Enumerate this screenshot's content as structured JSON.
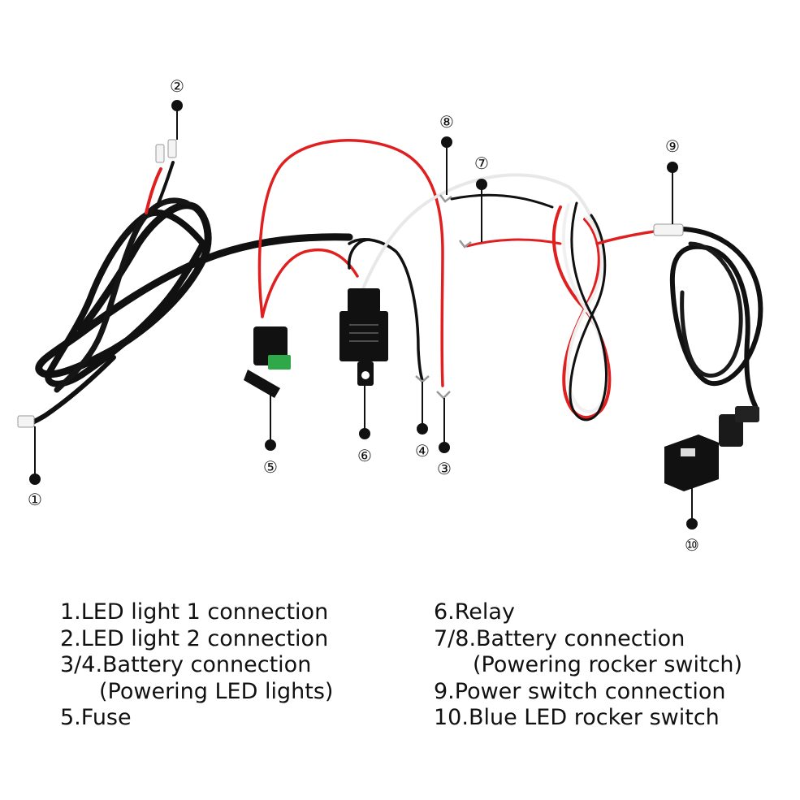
{
  "markers": {
    "m1": "①",
    "m2": "②",
    "m3": "③",
    "m4": "④",
    "m5": "⑤",
    "m6": "⑥",
    "m7": "⑦",
    "m8": "⑧",
    "m9": "⑨",
    "m10": "⑩"
  },
  "legend": {
    "left": [
      {
        "text": "1.LED light 1 connection",
        "indent": false
      },
      {
        "text": "2.LED light 2 connection",
        "indent": false
      },
      {
        "text": "3/4.Battery connection",
        "indent": false
      },
      {
        "text": "(Powering LED lights)",
        "indent": true
      },
      {
        "text": "5.Fuse",
        "indent": false
      }
    ],
    "right": [
      {
        "text": "6.Relay",
        "indent": false
      },
      {
        "text": "7/8.Battery connection",
        "indent": false
      },
      {
        "text": "(Powering rocker switch)",
        "indent": true
      },
      {
        "text": "9.Power switch connection",
        "indent": false
      },
      {
        "text": "10.Blue LED rocker switch",
        "indent": false
      }
    ]
  },
  "colors": {
    "black_wire": "#111111",
    "red_wire": "#e02020",
    "white_wire": "#f2f2f2",
    "fuse_green": "#2fa84a",
    "marker": "#111111"
  }
}
